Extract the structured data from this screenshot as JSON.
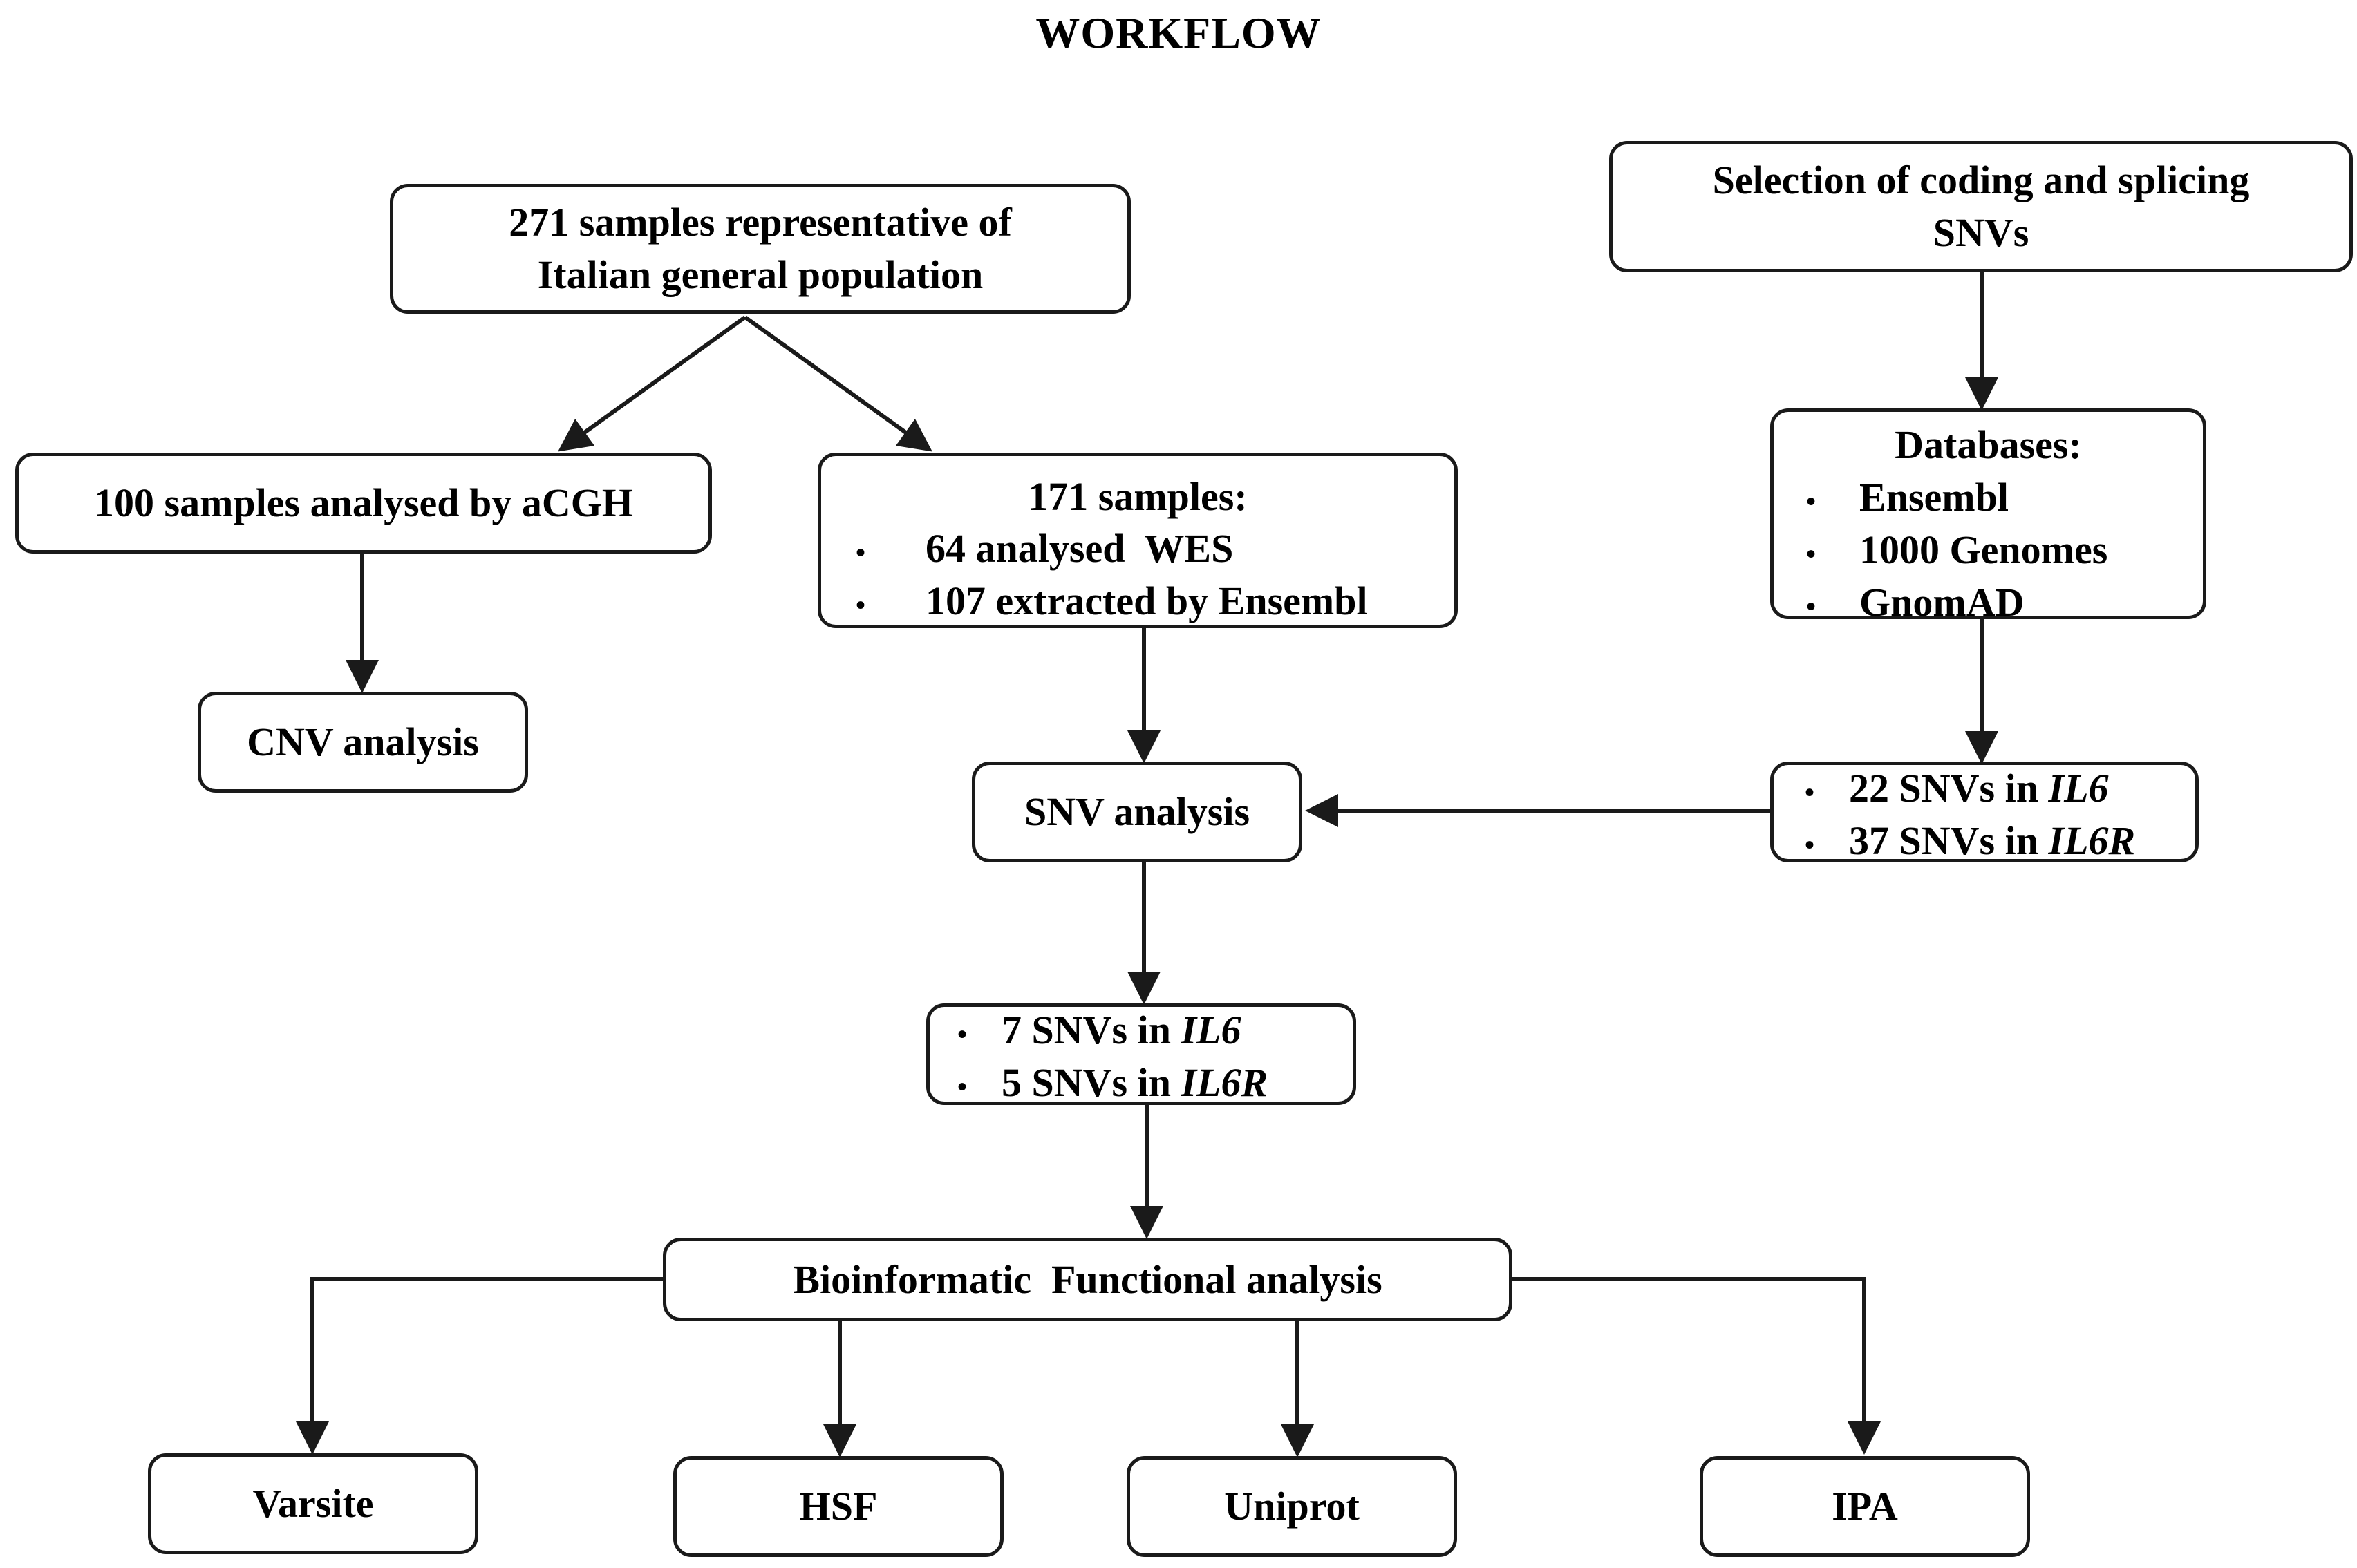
{
  "title": "WORKFLOW",
  "population": {
    "line1": "271 samples representative of",
    "line2": "Italian general population"
  },
  "acgh": {
    "label": "100 samples analysed by aCGH"
  },
  "cnv": {
    "label": "CNV analysis"
  },
  "samples171": {
    "heading": "171 samples:",
    "items": [
      "64 analysed  WES",
      "107 extracted by Ensembl"
    ]
  },
  "selection": {
    "line1": "Selection of coding and splicing",
    "line2": "SNVs"
  },
  "databases": {
    "heading": "Databases:",
    "items": [
      "Ensembl",
      "1000 Genomes",
      "GnomAD"
    ]
  },
  "snv_sources": {
    "items": [
      {
        "text": "22 SNVs in ",
        "gene": "IL6"
      },
      {
        "text": "37 SNVs in ",
        "gene": "IL6R"
      }
    ]
  },
  "snv_analysis": {
    "label": "SNV analysis"
  },
  "snv_results": {
    "items": [
      {
        "text": "7 SNVs in ",
        "gene": "IL6"
      },
      {
        "text": "5 SNVs in ",
        "gene": "IL6R"
      }
    ]
  },
  "bioinfo": {
    "label": "Bioinformatic  Functional analysis"
  },
  "tools": [
    "Varsite",
    "HSF",
    "Uniprot",
    "IPA"
  ],
  "bullet_char": "•",
  "colors": {
    "line": "#1a1a1a",
    "background": "#ffffff"
  }
}
